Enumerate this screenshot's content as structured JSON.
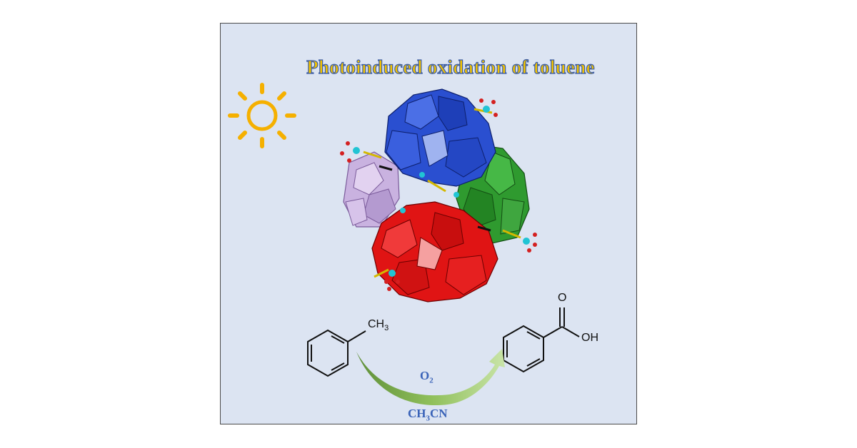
{
  "title": "Photoinduced oxidation of toluene",
  "reactant": {
    "group": "CH",
    "group_sub": "3"
  },
  "product": {
    "oxygen": "O",
    "hydroxyl": "OH"
  },
  "conditions": {
    "oxidant": "O",
    "oxidant_sub": "2",
    "solvent_a": "CH",
    "solvent_sub": "3",
    "solvent_b": "CN"
  },
  "colors": {
    "background": "#dce4f2",
    "title_fill": "#f2c200",
    "title_outline": "#3a5ca8",
    "sun": "#f5b000",
    "cluster_blue": "#2a4fd0",
    "cluster_green": "#2f9a2f",
    "cluster_red": "#e01414",
    "cluster_pink": "#c9b2e0",
    "arrow": "#8fbf5a",
    "label": "#3a63b8"
  }
}
